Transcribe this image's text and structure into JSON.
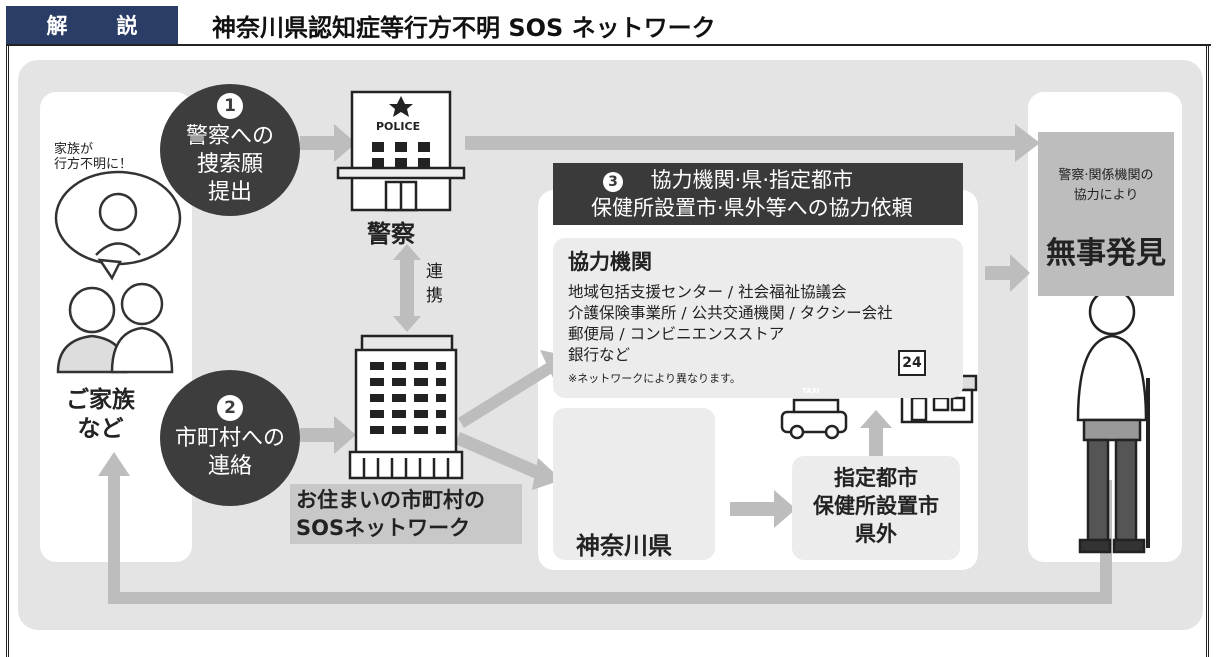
{
  "header": {
    "tag": "解　説",
    "title": "神奈川県認知症等行方不明 SOS ネットワーク"
  },
  "family": {
    "bubble": "家族が\n行方不明に！",
    "label": "ご家族\nなど"
  },
  "step1": {
    "num": "1",
    "label": "警察への\n捜索願\n提出"
  },
  "step2": {
    "num": "2",
    "label": "市町村への\n連絡"
  },
  "police": {
    "sign": "POLICE",
    "label": "警察"
  },
  "link": {
    "label": "連\n携"
  },
  "municipal": {
    "label": "お住まいの市町村の\nSOSネットワーク"
  },
  "step3": {
    "num": "3",
    "label": "協力機関·県·指定都市\n保健所設置市·県外等への協力依頼"
  },
  "cooperating": {
    "title": "協力機関",
    "lines": [
      "地域包括支援センター / 社会福祉協議会",
      "介護保険事業所 / 公共交通機関 / タクシー会社",
      "郵便局 / コンビニエンスストア",
      "銀行など"
    ],
    "note": "※ネットワークにより異なります。",
    "taxi": "TAXI",
    "store24": "24"
  },
  "prefecture": {
    "label": "神奈川県"
  },
  "designated": {
    "label": "指定都市\n保健所設置市\n県外"
  },
  "result": {
    "sub": "警察·関係機関の\n協力により",
    "main": "無事発見"
  }
}
